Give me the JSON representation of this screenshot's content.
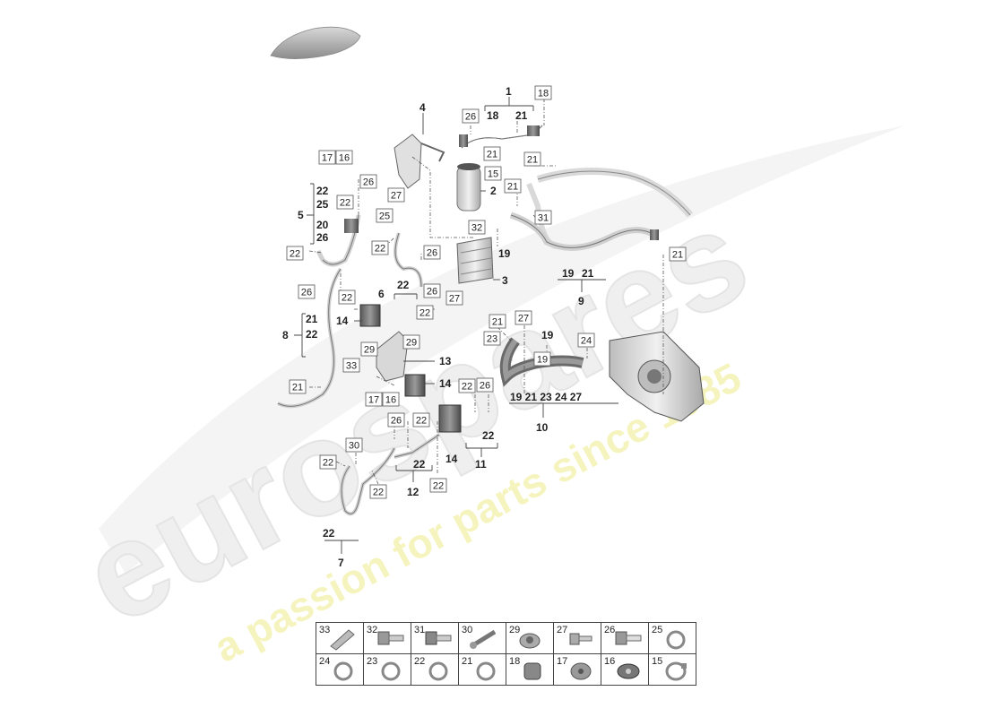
{
  "watermark": {
    "brand": "eurospares",
    "tagline": "a passion for parts since 1985"
  },
  "callouts": [
    {
      "id": "c1",
      "label": "1"
    },
    {
      "id": "c2",
      "label": "2"
    },
    {
      "id": "c3",
      "label": "3"
    },
    {
      "id": "c4",
      "label": "4"
    },
    {
      "id": "c5",
      "label": "5"
    },
    {
      "id": "c6",
      "label": "6"
    },
    {
      "id": "c7",
      "label": "7"
    },
    {
      "id": "c8",
      "label": "8"
    },
    {
      "id": "c9",
      "label": "9"
    },
    {
      "id": "c10",
      "label": "10"
    },
    {
      "id": "c11",
      "label": "11"
    },
    {
      "id": "c12",
      "label": "12"
    },
    {
      "id": "c13",
      "label": "13"
    },
    {
      "id": "c14a",
      "label": "14"
    },
    {
      "id": "c14b",
      "label": "14"
    },
    {
      "id": "c14c",
      "label": "14"
    },
    {
      "id": "c19a",
      "label": "19"
    },
    {
      "id": "c19b",
      "label": "19"
    },
    {
      "id": "g1_18",
      "label": "18"
    },
    {
      "id": "g1_21",
      "label": "21"
    },
    {
      "id": "g5_22",
      "label": "22"
    },
    {
      "id": "g5_25",
      "label": "25"
    },
    {
      "id": "g5_20",
      "label": "20"
    },
    {
      "id": "g5_26",
      "label": "26"
    },
    {
      "id": "g6_22",
      "label": "22"
    },
    {
      "id": "g8_21",
      "label": "21"
    },
    {
      "id": "g8_22",
      "label": "22"
    },
    {
      "id": "g9_19",
      "label": "19"
    },
    {
      "id": "g9_21",
      "label": "21"
    },
    {
      "id": "g10",
      "label": "19 21 23 24 27"
    },
    {
      "id": "g11_22",
      "label": "22"
    },
    {
      "id": "g12_22",
      "label": "22"
    },
    {
      "id": "g7_22",
      "label": "22"
    }
  ],
  "boxed_labels": [
    "18",
    "26",
    "21",
    "21",
    "17",
    "16",
    "15",
    "26",
    "22",
    "25",
    "21",
    "27",
    "32",
    "31",
    "22",
    "26",
    "22",
    "21",
    "22",
    "26",
    "27",
    "22",
    "26",
    "21",
    "27",
    "23",
    "19",
    "24",
    "29",
    "29",
    "33",
    "17",
    "16",
    "22",
    "26",
    "26",
    "22",
    "21",
    "30",
    "22",
    "22",
    "22"
  ],
  "legend": {
    "row1": [
      {
        "num": "33",
        "icon": "sleeve-icon"
      },
      {
        "num": "32",
        "icon": "flange-bolt-icon"
      },
      {
        "num": "31",
        "icon": "hex-bolt-icon"
      },
      {
        "num": "30",
        "icon": "long-bolt-icon"
      },
      {
        "num": "29",
        "icon": "flange-nut-icon"
      },
      {
        "num": "27",
        "icon": "bolt-icon"
      },
      {
        "num": "26",
        "icon": "torx-bolt-icon"
      },
      {
        "num": "25",
        "icon": "o-ring-icon"
      }
    ],
    "row2": [
      {
        "num": "24",
        "icon": "o-ring-icon"
      },
      {
        "num": "23",
        "icon": "o-ring-icon"
      },
      {
        "num": "22",
        "icon": "o-ring-icon"
      },
      {
        "num": "21",
        "icon": "o-ring-icon"
      },
      {
        "num": "18",
        "icon": "cap-icon"
      },
      {
        "num": "17",
        "icon": "grommet-icon"
      },
      {
        "num": "16",
        "icon": "bracket-disc-icon"
      },
      {
        "num": "15",
        "icon": "clamp-icon"
      }
    ]
  }
}
